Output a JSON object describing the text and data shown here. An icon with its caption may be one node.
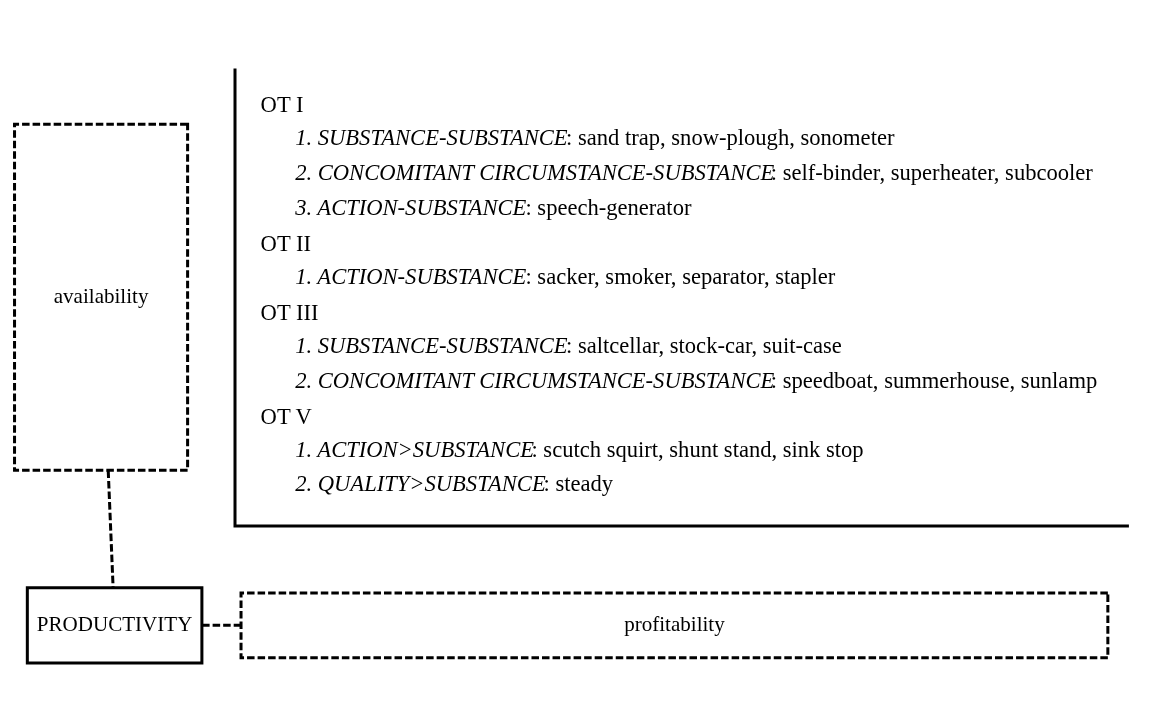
{
  "diagram": {
    "nodes": [
      {
        "text": [
          "availability"
        ]
      },
      {
        "text": [
          "PRODUCTIVITY"
        ]
      },
      {
        "text": [
          "profitability"
        ]
      }
    ],
    "edges": [
      {
        "from": 0,
        "to": 1,
        "arrow": "none",
        "style": "dashed"
      },
      {
        "from": 1,
        "to": 2,
        "arrow": "none",
        "style": "dashed"
      }
    ],
    "labels": [
      "OT I",
      "*1. SUBSTANCE-SUBSTANCE*: sand trap, snow-plough, sonometer",
      "*2. CONCOMITANT CIRCUMSTANCE-SUBSTANCE*: self-binder, superheater, subcooler",
      "*3. ACTION-SUBSTANCE*: speech-generator",
      "OT II",
      "*1. ACTION-SUBSTANCE*: sacker, smoker, separator, stapler",
      "OT III",
      "*1. SUBSTANCE-SUBSTANCE*: saltcellar, stock-car, suit-case",
      "*2. CONCOMITANT CIRCUMSTANCE-SUBSTANCE*: speedboat, summerhouse, sunlamp",
      "OT V",
      "*1. ACTION>SUBSTANCE*: scutch squirt, shunt stand, sink stop",
      "*2. QUALITY>SUBSTANCE*: steady"
    ]
  }
}
